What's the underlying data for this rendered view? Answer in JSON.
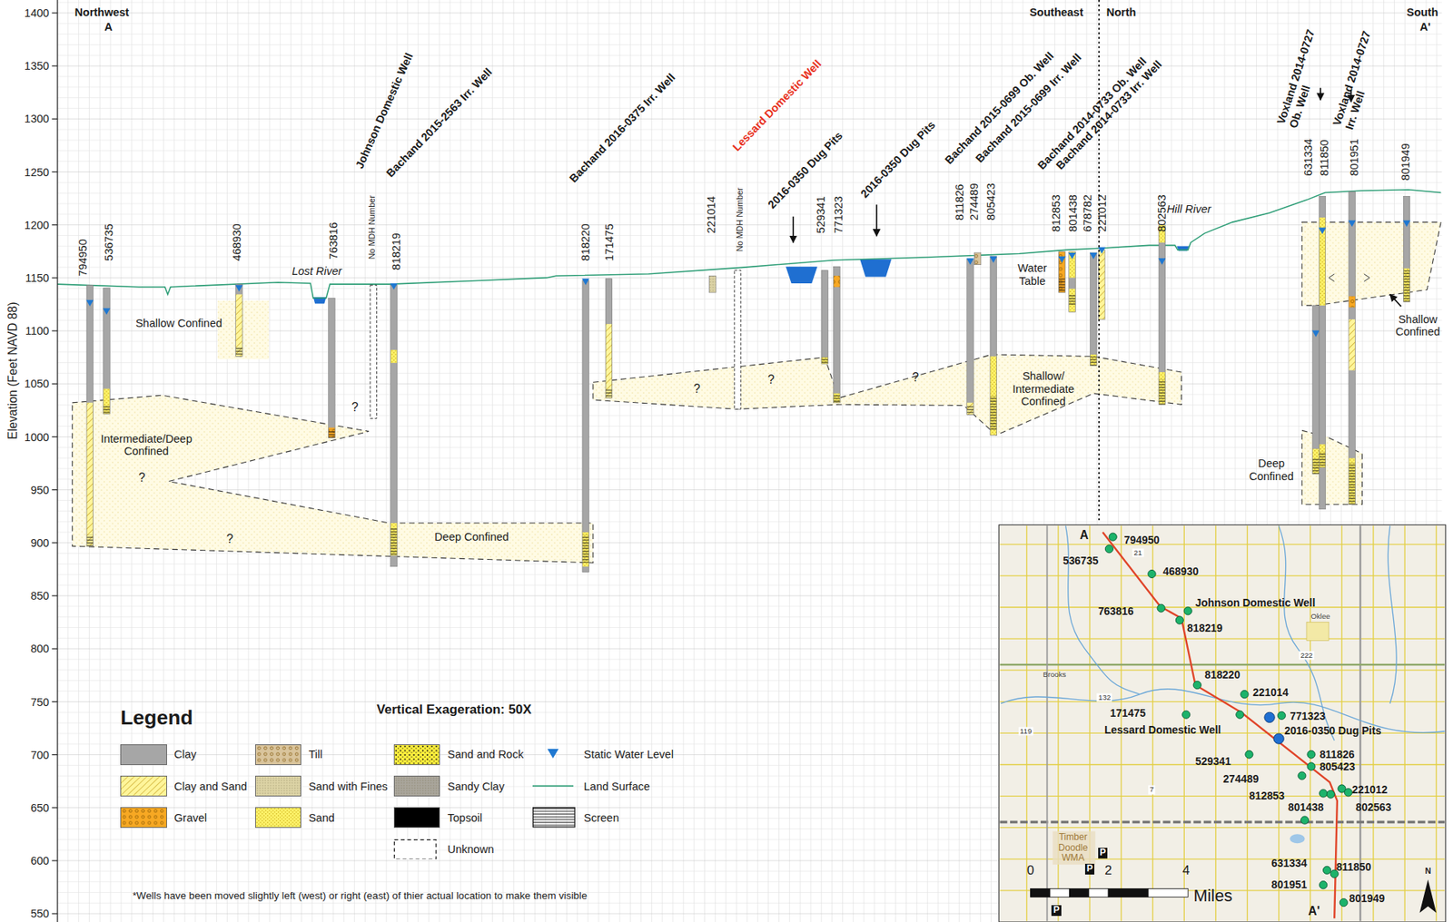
{
  "diagram": {
    "labels": [
      "1400",
      "1350",
      "1300",
      "1250",
      "1200",
      "1150",
      "1100",
      "1050",
      "1000",
      "950",
      "900",
      "850",
      "800",
      "750",
      "700",
      "650",
      "600",
      "550",
      "Elevation (Feet NAVD 88)",
      "Northwest",
      "A",
      "Southeast",
      "North",
      "South",
      "A'",
      "Johnson Domestic Well",
      "Bachand 2015-2563 Irr. Well",
      "Bachand 2016-0375 Irr. Well",
      "Lessard Domestic Well",
      "2016-0350 Dug Pits",
      "2016-0350 Dug Pits",
      "Bachand 2015-0699 Ob. Well",
      "Bachand 2015-0699 Irr. Well",
      "Bachand 2014-0733 Ob. Well",
      "Bachand 2014-0733 Irr. Well",
      "Voxland 2014-0727 Ob. Well",
      "Voxland 2014-0727 Irr. Well",
      "794950",
      "536735",
      "468930",
      "763816",
      "No MDH Number",
      "818219",
      "818220",
      "171475",
      "221014",
      "No MDH Number",
      "529341",
      "771323",
      "811826",
      "274489",
      "805423",
      "812853",
      "801438",
      "678782",
      "221012",
      "802563",
      "631334",
      "811850",
      "801951",
      "801949",
      "Lost River",
      "Shallow Confined",
      "?",
      "Intermediate/Deep Confined",
      "?",
      "?",
      "Deep Confined",
      "?",
      "?",
      "?",
      "Shallow/ Intermediate Confined",
      "Water Table",
      "Hill River",
      "Shallow Confined",
      "Deep Confined",
      "Legend",
      "Vertical Exageration: 50X",
      "*Wells have been moved slightly left (west) or right (east) of thier actual location to make them visible",
      "A",
      "794950",
      "536735",
      "468930",
      "Johnson Domestic Well",
      "763816",
      "818219",
      "818220",
      "221014",
      "171475",
      "Lessard Domestic Well",
      "771323",
      "2016-0350 Dug Pits",
      "529341",
      "811826",
      "805423",
      "274489",
      "221012",
      "812853",
      "801438",
      "802563",
      "631334",
      "811850",
      "801951",
      "801949",
      "A'",
      "Brooks",
      "Oklee",
      "21",
      "222",
      "119",
      "132",
      "7",
      "Timber Doodle WMA",
      "P",
      "P",
      "P",
      "0",
      "2",
      "4",
      "Miles",
      "N"
    ],
    "legend": [
      {
        "text": "Clay",
        "color": "#a6a6a6"
      },
      {
        "text": "Till",
        "color": "#d9c49c"
      },
      {
        "text": "Sand and Rock",
        "color": "#fff03c"
      },
      {
        "text": "Static Water Level"
      },
      {
        "text": "Clay and Sand",
        "color": "#fff59a"
      },
      {
        "text": "Sand with Fines",
        "color": "#dcd3a5"
      },
      {
        "text": "Sandy Clay",
        "color": "#a9a59b"
      },
      {
        "text": "Land Surface"
      },
      {
        "text": "Gravel",
        "color": "#f7a823"
      },
      {
        "text": "Sand",
        "color": "#fff36b"
      },
      {
        "text": "Topsoil",
        "color": "#000000"
      },
      {
        "text": "Screen"
      },
      {
        "text": "Unknown"
      }
    ]
  }
}
